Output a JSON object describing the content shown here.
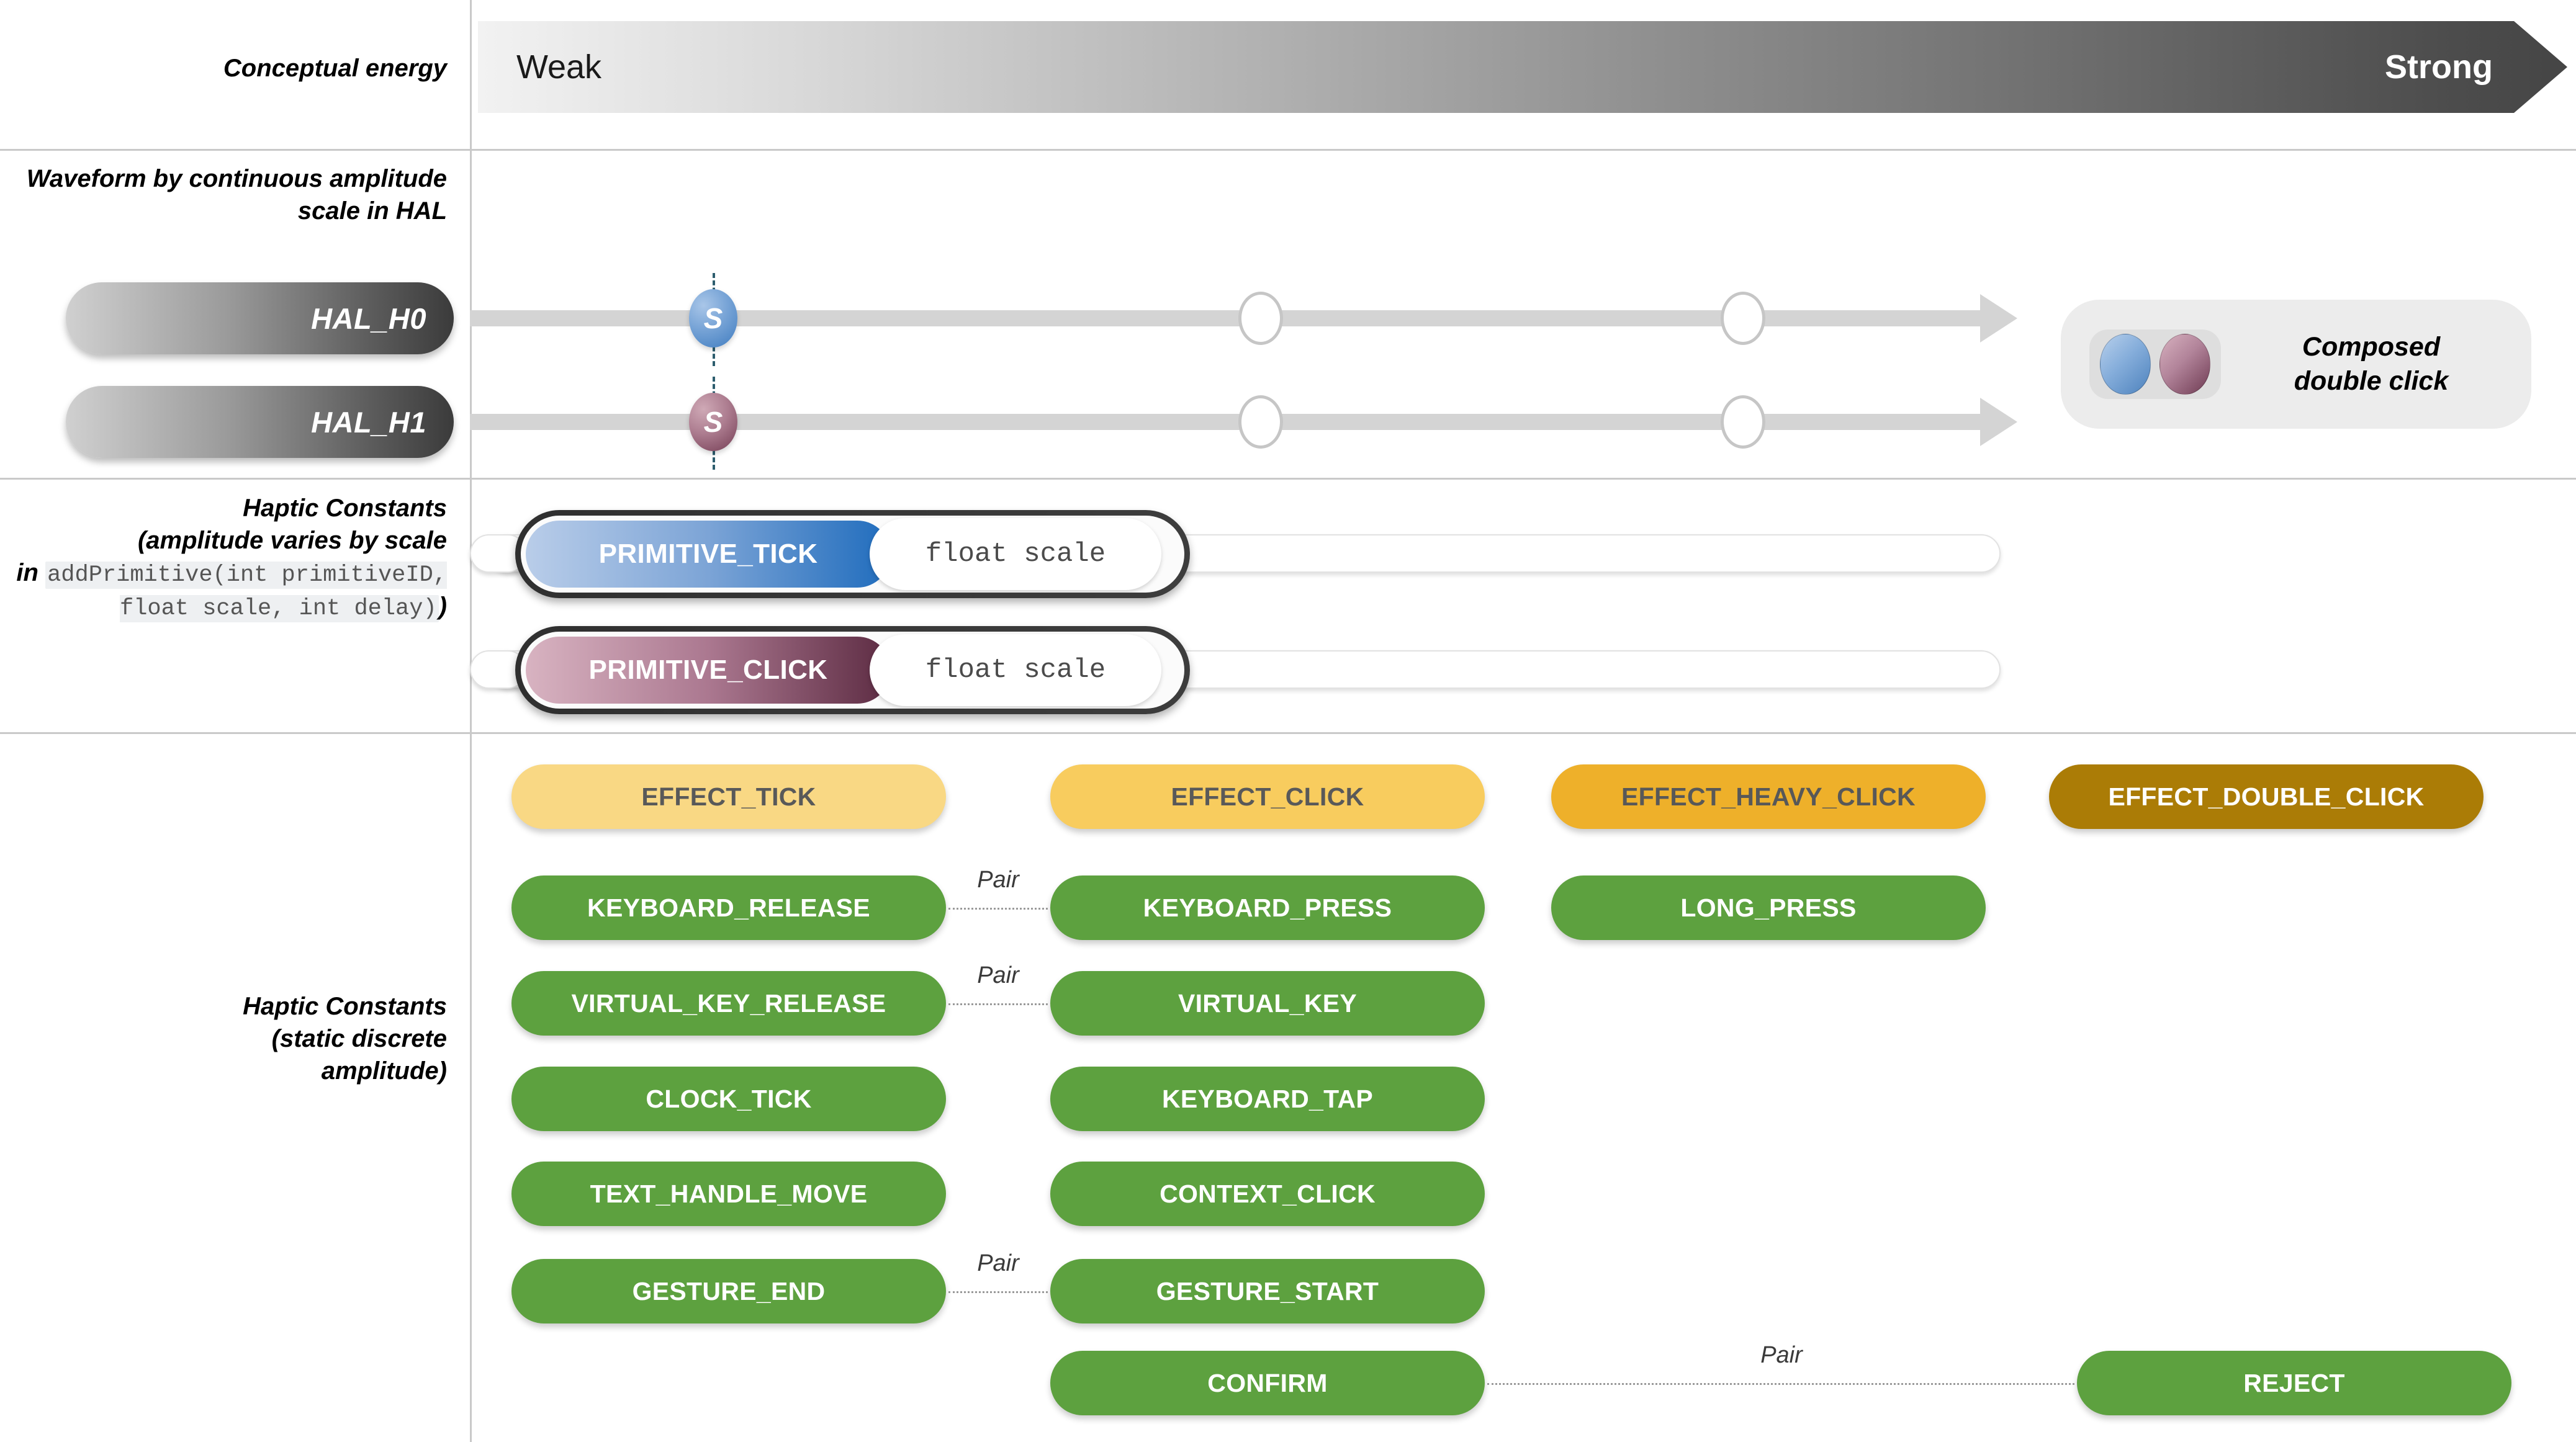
{
  "energy_row": {
    "label": "Conceptual energy",
    "weak": "Weak",
    "strong": "Strong"
  },
  "waveform_row": {
    "label": "Waveform by continuous amplitude scale in HAL",
    "hal_tracks": [
      {
        "name": "HAL_H0",
        "marker": "S",
        "marker_color": "#4d82bd"
      },
      {
        "name": "HAL_H1",
        "marker": "S",
        "marker_color": "#6e3a52"
      }
    ],
    "composed": {
      "title_line1": "Composed",
      "title_line2": "double click",
      "dot_colors": [
        "#4d82bd",
        "#6e3a52"
      ]
    }
  },
  "primitive_row": {
    "label_part1": "Haptic Constants",
    "label_part2": "(amplitude varies by scale",
    "label_in": "in ",
    "label_code": "addPrimitive(int primitiveID, float scale, int delay)",
    "label_close": ")",
    "sliders": [
      {
        "name": "PRIMITIVE_TICK",
        "value": "float scale",
        "color": "#1f6cbd"
      },
      {
        "name": "PRIMITIVE_CLICK",
        "value": "float scale",
        "color": "#5c2b42"
      }
    ]
  },
  "static_row": {
    "label_part1": "Haptic Constants",
    "label_part2": "(static discrete",
    "label_part3": "amplitude)",
    "effects": [
      {
        "label": "EFFECT_TICK",
        "color": "#f9d884",
        "text_color": "#595959"
      },
      {
        "label": "EFFECT_CLICK",
        "color": "#f8cc5e",
        "text_color": "#595959"
      },
      {
        "label": "EFFECT_HEAVY_CLICK",
        "color": "#eeb02a",
        "text_color": "#585858"
      },
      {
        "label": "EFFECT_DOUBLE_CLICK",
        "color": "#ab7c06",
        "text_color": "#ffffff"
      }
    ],
    "constants": {
      "col1": [
        "KEYBOARD_RELEASE",
        "VIRTUAL_KEY_RELEASE",
        "CLOCK_TICK",
        "TEXT_HANDLE_MOVE",
        "GESTURE_END"
      ],
      "col2": [
        "KEYBOARD_PRESS",
        "VIRTUAL_KEY",
        "KEYBOARD_TAP",
        "CONTEXT_CLICK",
        "GESTURE_START",
        "CONFIRM"
      ],
      "col3": [
        "LONG_PRESS"
      ],
      "col4": [
        "REJECT"
      ]
    },
    "pair_labels": [
      "Pair",
      "Pair",
      "Pair",
      "Pair"
    ]
  },
  "chart_data": {
    "type": "table",
    "title": "Android haptic constants mapped to conceptual energy (weak to strong)",
    "xlabel": "Conceptual energy",
    "axis_range_labels": [
      "Weak",
      "Strong"
    ],
    "rows": [
      {
        "row": "Conceptual energy",
        "items": [
          {
            "label": "Weak",
            "position": 0.0
          },
          {
            "label": "Strong",
            "position": 1.0
          }
        ]
      },
      {
        "row": "Waveform by continuous amplitude scale in HAL",
        "items": [
          {
            "label": "HAL_H0",
            "markers": [
              {
                "type": "filled",
                "text": "S",
                "position": 0.04
              },
              {
                "type": "empty",
                "position": 0.38
              },
              {
                "type": "empty",
                "position": 0.61
              }
            ]
          },
          {
            "label": "HAL_H1",
            "markers": [
              {
                "type": "filled",
                "text": "S",
                "position": 0.04
              },
              {
                "type": "empty",
                "position": 0.38
              },
              {
                "type": "empty",
                "position": 0.61
              }
            ]
          }
        ]
      },
      {
        "row": "Haptic Constants (amplitude varies by scale)",
        "items": [
          {
            "label": "PRIMITIVE_TICK",
            "value": "float scale",
            "position": 0.02
          },
          {
            "label": "PRIMITIVE_CLICK",
            "value": "float scale",
            "position": 0.02
          }
        ]
      },
      {
        "row": "Haptic Constants (static discrete amplitude)",
        "columns": [
          {
            "column": 1,
            "effect": "EFFECT_TICK",
            "constants": [
              "KEYBOARD_RELEASE",
              "VIRTUAL_KEY_RELEASE",
              "CLOCK_TICK",
              "TEXT_HANDLE_MOVE",
              "GESTURE_END"
            ]
          },
          {
            "column": 2,
            "effect": "EFFECT_CLICK",
            "constants": [
              "KEYBOARD_PRESS",
              "VIRTUAL_KEY",
              "KEYBOARD_TAP",
              "CONTEXT_CLICK",
              "GESTURE_START",
              "CONFIRM"
            ]
          },
          {
            "column": 3,
            "effect": "EFFECT_HEAVY_CLICK",
            "constants": [
              "LONG_PRESS"
            ]
          },
          {
            "column": 4,
            "effect": "EFFECT_DOUBLE_CLICK",
            "constants": [
              "REJECT"
            ]
          }
        ],
        "pairs": [
          [
            "KEYBOARD_RELEASE",
            "KEYBOARD_PRESS"
          ],
          [
            "VIRTUAL_KEY_RELEASE",
            "VIRTUAL_KEY"
          ],
          [
            "GESTURE_END",
            "GESTURE_START"
          ],
          [
            "CONFIRM",
            "REJECT"
          ]
        ]
      }
    ]
  }
}
